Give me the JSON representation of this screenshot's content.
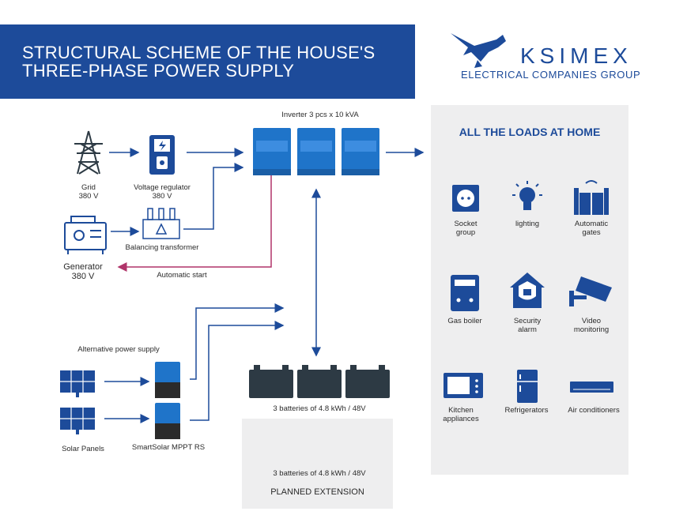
{
  "header": {
    "title_line1": "STRUCTURAL SCHEME OF THE HOUSE'S",
    "title_line2": "THREE-PHASE POWER SUPPLY"
  },
  "logo": {
    "name": "KSIMEX",
    "subtitle": "ELECTRICAL COMPANIES GROUP",
    "icon": "bird-icon"
  },
  "inputs": {
    "grid_label": "Grid",
    "grid_voltage": "380 V",
    "regulator_label": "Voltage regulator",
    "regulator_voltage": "380 V",
    "transformer_label": "Balancing transformer",
    "generator_label": "Generator",
    "generator_voltage": "380 V",
    "auto_start": "Automatic start"
  },
  "inverter": {
    "label": "Inverter 3 pcs x 10 kVA"
  },
  "alternative": {
    "label": "Alternative power supply",
    "panels_label": "Solar Panels",
    "mppt_label": "SmartSolar MPPT RS"
  },
  "batteries": {
    "label": "3 batteries of 4.8 kWh / 48V",
    "planned_label": "3 batteries of 4.8 kWh / 48V",
    "planned_title": "PLANNED EXTENSION"
  },
  "loads": {
    "title": "ALL THE LOADS AT HOME",
    "items": [
      {
        "l1": "Socket",
        "l2": "group",
        "icon": "socket-icon"
      },
      {
        "l1": "lighting",
        "l2": "",
        "icon": "lightbulb-icon"
      },
      {
        "l1": "Automatic",
        "l2": "gates",
        "icon": "gate-icon"
      },
      {
        "l1": "Gas boiler",
        "l2": "",
        "icon": "boiler-icon"
      },
      {
        "l1": "Security",
        "l2": "alarm",
        "icon": "house-lock-icon"
      },
      {
        "l1": "Video",
        "l2": "monitoring",
        "icon": "camera-icon"
      },
      {
        "l1": "Kitchen",
        "l2": "appliances",
        "icon": "microwave-icon"
      },
      {
        "l1": "Refrigerators",
        "l2": "",
        "icon": "fridge-icon"
      },
      {
        "l1": "Air conditioners",
        "l2": "",
        "icon": "air-conditioner-icon"
      }
    ]
  },
  "colors": {
    "brand": "#1d4b9a",
    "inverter": "#1f74c9",
    "arrow": "#1d4b9a",
    "auto_start": "#b0346a",
    "battery": "#2d3a44",
    "battery_planned": "#b5b5b5"
  }
}
